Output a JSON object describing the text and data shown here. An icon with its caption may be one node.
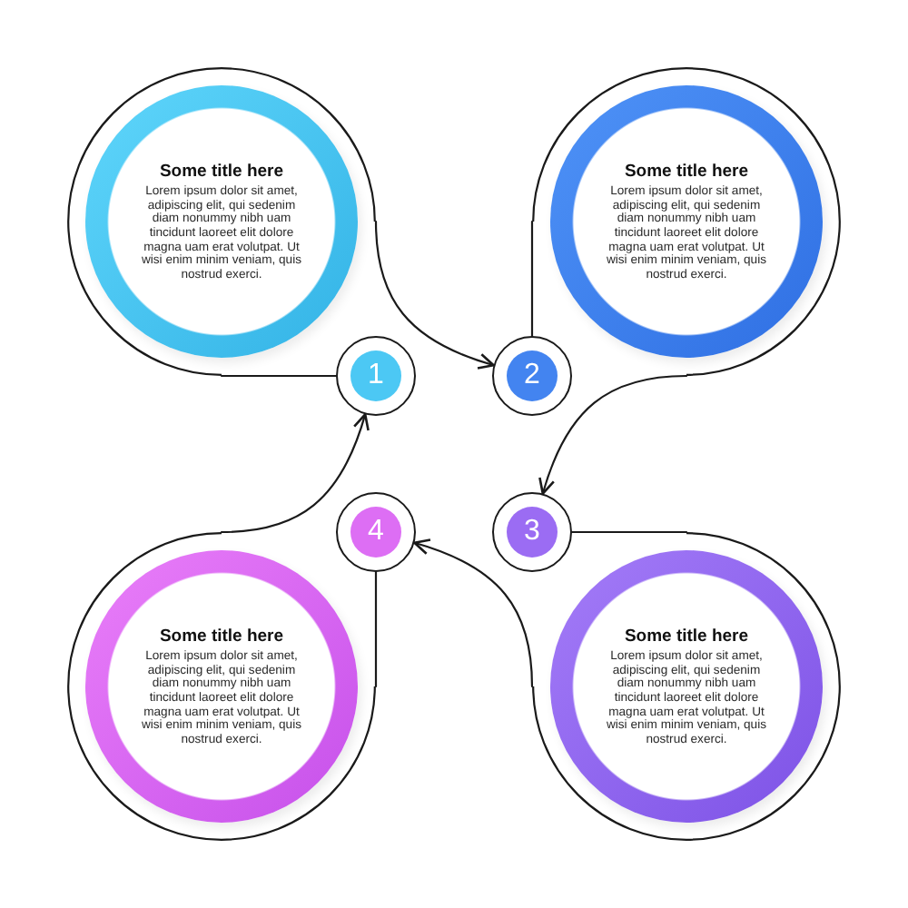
{
  "diagram": {
    "nodes": [
      {
        "text": [
          "Some title here",
          "Lorem ipsum dolor sit amet, adipiscing elit, qui sedenim diam nonummy nibh uam tincidunt laoreet elit dolore magna uam erat volutpat. Ut wisi enim minim veniam, quis nostrud exerci."
        ]
      },
      {
        "text": [
          "Some title here",
          "Lorem ipsum dolor sit amet, adipiscing elit, qui sedenim diam nonummy nibh uam tincidunt laoreet elit dolore magna uam erat volutpat. Ut wisi enim minim veniam, quis nostrud exerci."
        ]
      },
      {
        "text": [
          "1"
        ]
      },
      {
        "text": [
          "2"
        ]
      },
      {
        "text": [
          "4"
        ]
      },
      {
        "text": [
          "3"
        ]
      },
      {
        "text": [
          "Some title here",
          "Lorem ipsum dolor sit amet, adipiscing elit, qui sedenim diam nonummy nibh uam tincidunt laoreet elit dolore magna uam erat volutpat. Ut wisi enim minim veniam, quis nostrud exerci."
        ]
      },
      {
        "text": [
          "Some title here",
          "Lorem ipsum dolor sit amet, adipiscing elit, qui sedenim diam nonummy nibh uam tincidunt laoreet elit dolore magna uam erat volutpat. Ut wisi enim minim veniam, quis nostrud exerci."
        ]
      }
    ],
    "edges": [
      {
        "from": 2,
        "to": 0,
        "arrow": "none"
      },
      {
        "from": 0,
        "to": 3,
        "arrow": "to"
      },
      {
        "from": 3,
        "to": 1,
        "arrow": "none"
      },
      {
        "from": 1,
        "to": 5,
        "arrow": "to"
      },
      {
        "from": 5,
        "to": 7,
        "arrow": "none"
      },
      {
        "from": 7,
        "to": 4,
        "arrow": "to"
      },
      {
        "from": 4,
        "to": 6,
        "arrow": "none"
      },
      {
        "from": 6,
        "to": 2,
        "arrow": "to"
      }
    ]
  }
}
